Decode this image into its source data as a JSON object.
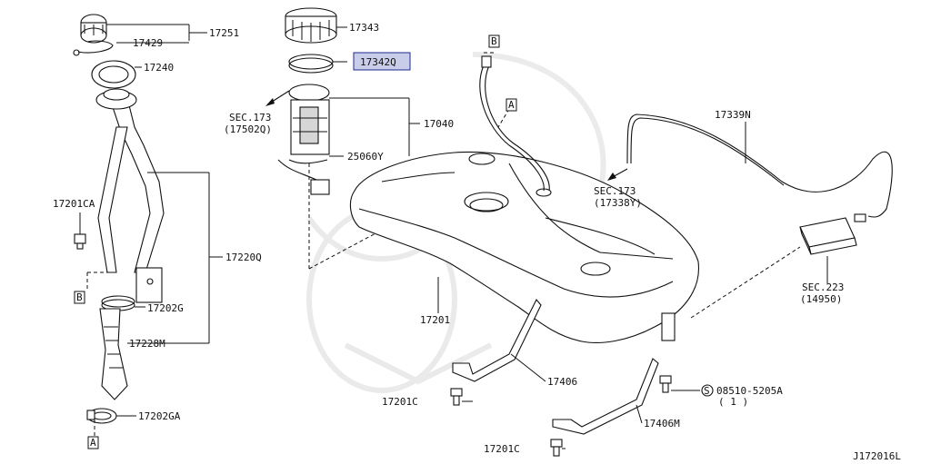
{
  "labels": {
    "p17251": "17251",
    "p17429": "17429",
    "p17240": "17240",
    "p17343": "17343",
    "p17342q": "17342Q",
    "sec173_a": "SEC.173",
    "sec173_a_sub": "(17502Q)",
    "p17040": "17040",
    "p25060y": "25060Y",
    "p17339n": "17339N",
    "sec173_b": "SEC.173",
    "sec173_b_sub": "(17338Y)",
    "p17201ca": "17201CA",
    "p17220q": "17220Q",
    "p17202g": "17202G",
    "p17201": "17201",
    "p17228m": "17228M",
    "sec223": "SEC.223",
    "sec223_sub": "(14950)",
    "p17406": "17406",
    "p17201c_1": "17201C",
    "p08510": "08510-5205A",
    "p08510_qty": "( 1 )",
    "p08510_s": "S",
    "p17406m": "17406M",
    "p17202ga": "17202GA",
    "p17201c_2": "17201C",
    "ref_a1": "A",
    "ref_a2": "A",
    "ref_b1": "B",
    "ref_b2": "B",
    "diagram_id": "J172016L"
  },
  "highlight_color": "#c8cdea"
}
